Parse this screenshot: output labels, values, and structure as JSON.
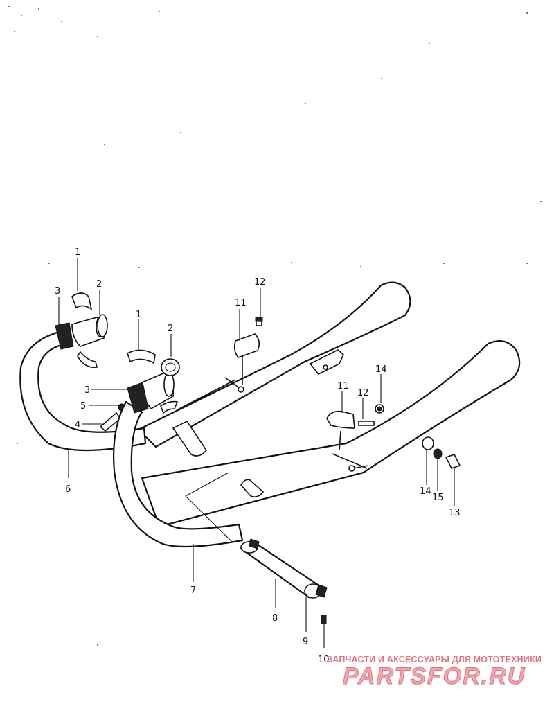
{
  "callouts": [
    {
      "id": "c1a",
      "text": "1"
    },
    {
      "id": "c2a",
      "text": "2"
    },
    {
      "id": "c3a",
      "text": "3"
    },
    {
      "id": "c1b",
      "text": "1"
    },
    {
      "id": "c2b",
      "text": "2"
    },
    {
      "id": "c3b",
      "text": "3"
    },
    {
      "id": "c4",
      "text": "4"
    },
    {
      "id": "c5",
      "text": "5"
    },
    {
      "id": "c6",
      "text": "6"
    },
    {
      "id": "c7",
      "text": "7"
    },
    {
      "id": "c8",
      "text": "8"
    },
    {
      "id": "c9",
      "text": "9"
    },
    {
      "id": "c10",
      "text": "10"
    },
    {
      "id": "c11a",
      "text": "11"
    },
    {
      "id": "c12a",
      "text": "12"
    },
    {
      "id": "c11b",
      "text": "11"
    },
    {
      "id": "c12b",
      "text": "12"
    },
    {
      "id": "c14a",
      "text": "14"
    },
    {
      "id": "c14b",
      "text": "14"
    },
    {
      "id": "c15",
      "text": "15"
    },
    {
      "id": "c13",
      "text": "13"
    }
  ],
  "watermark": {
    "caption": "ЗАПЧАСТИ И АКСЕССУАРЫ ДЛЯ МОТОТЕХНИКИ",
    "logo": "PARTSFOR.RU"
  }
}
